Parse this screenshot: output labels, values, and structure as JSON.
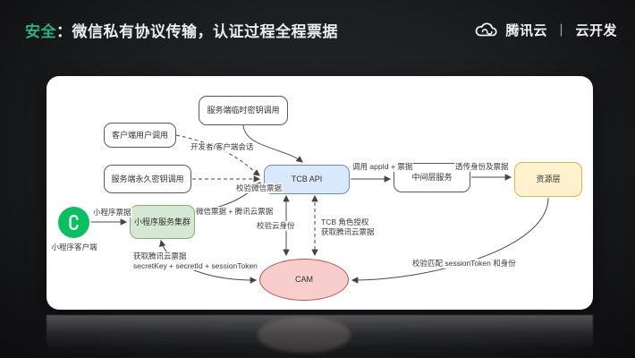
{
  "slide": {
    "title_accent": "安全",
    "title_separator": "：",
    "title_text": "微信私有协议传输，认证过程全程票据",
    "accent_color": "#2EAE7D"
  },
  "logo": {
    "brand": "腾讯云",
    "divider": "丨",
    "product": "云开发"
  },
  "diagram": {
    "nodes": {
      "temp_key": {
        "label": "服务端临时密钥调用"
      },
      "client_user": {
        "label": "客户端用户调用"
      },
      "perm_key": {
        "label": "服务端永久密钥调用"
      },
      "tcb_api": {
        "label": "TCB API"
      },
      "mid_service": {
        "label": "中间层服务"
      },
      "resource": {
        "label": "资源层"
      },
      "mp_client": {
        "label": "小程序客户端"
      },
      "mp_cluster": {
        "label": "小程序服务集群"
      },
      "cam": {
        "label": "CAM"
      }
    },
    "edge_labels": {
      "dev_session": "开发者/客户端会话",
      "verify_wx_ticket": "校验微信票据",
      "call_appid": "调用 appId + 票据",
      "passthrough": "透传身份及票据",
      "mp_ticket": "小程序票据",
      "wx_plus_cloud_ticket": "微信票据 + 腾讯云票据",
      "verify_cloud_identity": "校验云身份",
      "tcb_role_line1": "TCB 角色授权",
      "tcb_role_line2": "获取腾讯云票据",
      "get_ticket_line1": "获取腾讯云票据",
      "get_ticket_line2": "secretKey + secretId + sessionToken",
      "verify_match": "校验匹配 sessionToken 和身份"
    },
    "colors": {
      "node_blue_fill": "#DAE8FC",
      "node_blue_border": "#6C8EBF",
      "node_green_fill": "#D5E8D4",
      "node_green_border": "#82B366",
      "node_yellow_fill": "#FFF2CC",
      "node_yellow_border": "#D6B656",
      "node_pink_fill": "#F8CECC",
      "node_pink_border": "#B85450",
      "mini_program_green": "#07C160"
    }
  }
}
